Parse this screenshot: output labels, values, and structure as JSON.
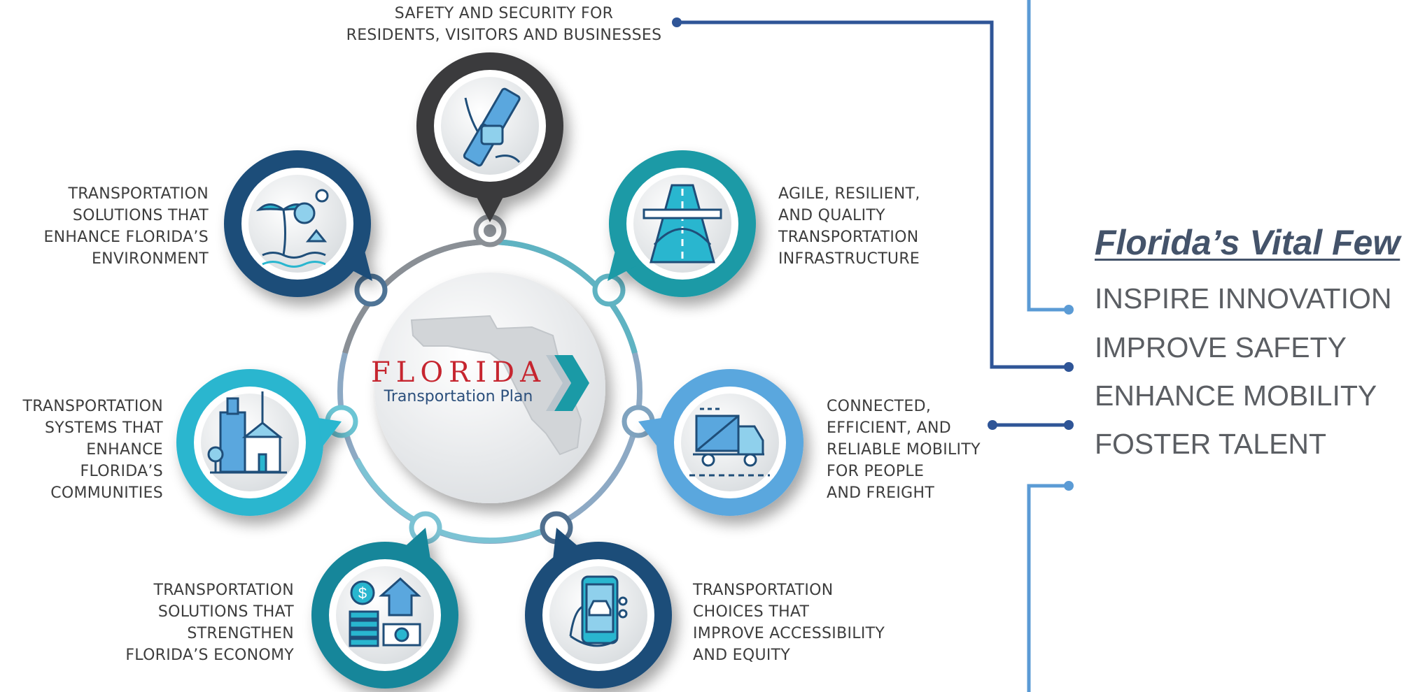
{
  "center": {
    "title": "FLORIDA",
    "subtitle": "Transportation Plan"
  },
  "goals": [
    {
      "icon": "seatbelt-icon",
      "text": "SAFETY AND SECURITY FOR\nRESIDENTS, VISITORS AND BUSINESSES"
    },
    {
      "icon": "highway-icon",
      "text": "AGILE, RESILIENT,\nAND QUALITY\nTRANSPORTATION\nINFRASTRUCTURE"
    },
    {
      "icon": "truck-icon",
      "text": "CONNECTED,\nEFFICIENT, AND\nRELIABLE MOBILITY\nFOR PEOPLE\nAND FREIGHT"
    },
    {
      "icon": "phone-car-icon",
      "text": "TRANSPORTATION\nCHOICES THAT\nIMPROVE ACCESSIBILITY\nAND EQUITY"
    },
    {
      "icon": "money-house-icon",
      "text": "TRANSPORTATION\nSOLUTIONS THAT\nSTRENGTHEN\nFLORIDA’S ECONOMY"
    },
    {
      "icon": "city-buildings-icon",
      "text": "TRANSPORTATION\nSYSTEMS THAT\nENHANCE\nFLORIDA’S\nCOMMUNITIES"
    },
    {
      "icon": "palm-tree-icon",
      "text": "TRANSPORTATION\nSOLUTIONS THAT\nENHANCE FLORIDA’S\nENVIRONMENT"
    }
  ],
  "vital_few": {
    "title": "Florida’s Vital Few",
    "items": [
      "INSPIRE INNOVATION",
      "IMPROVE SAFETY",
      "ENHANCE MOBILITY",
      "FOSTER TALENT"
    ]
  },
  "colors": {
    "dark_gray": "#3a3a3c",
    "navy": "#1f4e79",
    "teal": "#1a9aa6",
    "light_blue": "#5aa7de",
    "cyan": "#29b6cf",
    "connector_dark": "#2f5597",
    "connector_light": "#5b9bd5",
    "vital_title": "#44536a"
  }
}
